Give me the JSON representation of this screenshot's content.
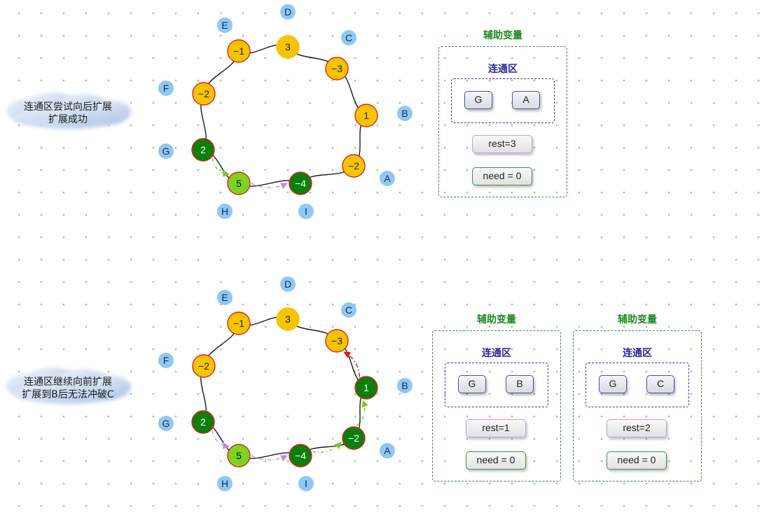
{
  "colors": {
    "node_yellow": "#f7c400",
    "node_green": "#0b7f0b",
    "node_lightgreen": "#7ed321",
    "node_border": "#e02020",
    "label_blue": "#8fc8f5",
    "panel_green": "#1e9a2e",
    "conn_navy": "#3a3aa0",
    "arrow_green": "#7ec823",
    "arrow_purple": "#c08af0",
    "arrow_red": "#e01818"
  },
  "scenes": [
    {
      "caption_lines": [
        "连通区尝试向后扩展",
        "扩展成功"
      ],
      "nodes": [
        {
          "id": "D",
          "value": "3",
          "color": "yellow"
        },
        {
          "id": "C",
          "value": "−3",
          "color": "yellow"
        },
        {
          "id": "B",
          "value": "1",
          "color": "yellow"
        },
        {
          "id": "A",
          "value": "−2",
          "color": "yellow"
        },
        {
          "id": "I",
          "value": "−4",
          "color": "green"
        },
        {
          "id": "H",
          "value": "5",
          "color": "lightgreen"
        },
        {
          "id": "G",
          "value": "2",
          "color": "green"
        },
        {
          "id": "F",
          "value": "−2",
          "color": "yellow"
        },
        {
          "id": "E",
          "value": "−1",
          "color": "yellow"
        }
      ],
      "arrows": [
        {
          "from": "G",
          "to": "H",
          "color": "green"
        },
        {
          "from": "H",
          "to": "I",
          "color": "purple"
        }
      ],
      "panels": [
        {
          "title": "辅助变量",
          "conn_title": "连通区",
          "conn_nodes": [
            "G",
            "A"
          ],
          "rest": "rest=3",
          "need": "need = 0"
        }
      ]
    },
    {
      "caption_lines": [
        "连通区继续向前扩展",
        "扩展到B后无法冲破C"
      ],
      "nodes": [
        {
          "id": "D",
          "value": "3",
          "color": "yellow"
        },
        {
          "id": "C",
          "value": "−3",
          "color": "yellow"
        },
        {
          "id": "B",
          "value": "1",
          "color": "green"
        },
        {
          "id": "A",
          "value": "−2",
          "color": "green"
        },
        {
          "id": "I",
          "value": "−4",
          "color": "green"
        },
        {
          "id": "H",
          "value": "5",
          "color": "lightgreen"
        },
        {
          "id": "G",
          "value": "2",
          "color": "green"
        },
        {
          "id": "F",
          "value": "−2",
          "color": "yellow"
        },
        {
          "id": "E",
          "value": "−1",
          "color": "yellow"
        }
      ],
      "arrows": [
        {
          "from": "G",
          "to": "H",
          "color": "purple"
        },
        {
          "from": "H",
          "to": "I",
          "color": "purple"
        },
        {
          "from": "I",
          "to": "A",
          "color": "green"
        },
        {
          "from": "A",
          "to": "B",
          "color": "green"
        },
        {
          "from": "B",
          "to": "C",
          "color": "red"
        }
      ],
      "panels": [
        {
          "title": "辅助变量",
          "conn_title": "连通区",
          "conn_nodes": [
            "G",
            "B"
          ],
          "rest": "rest=1",
          "need": "need = 0"
        },
        {
          "title": "辅助变量",
          "conn_title": "连通区",
          "conn_nodes": [
            "G",
            "C"
          ],
          "rest": "rest=2",
          "need": "need = 0"
        }
      ]
    }
  ]
}
